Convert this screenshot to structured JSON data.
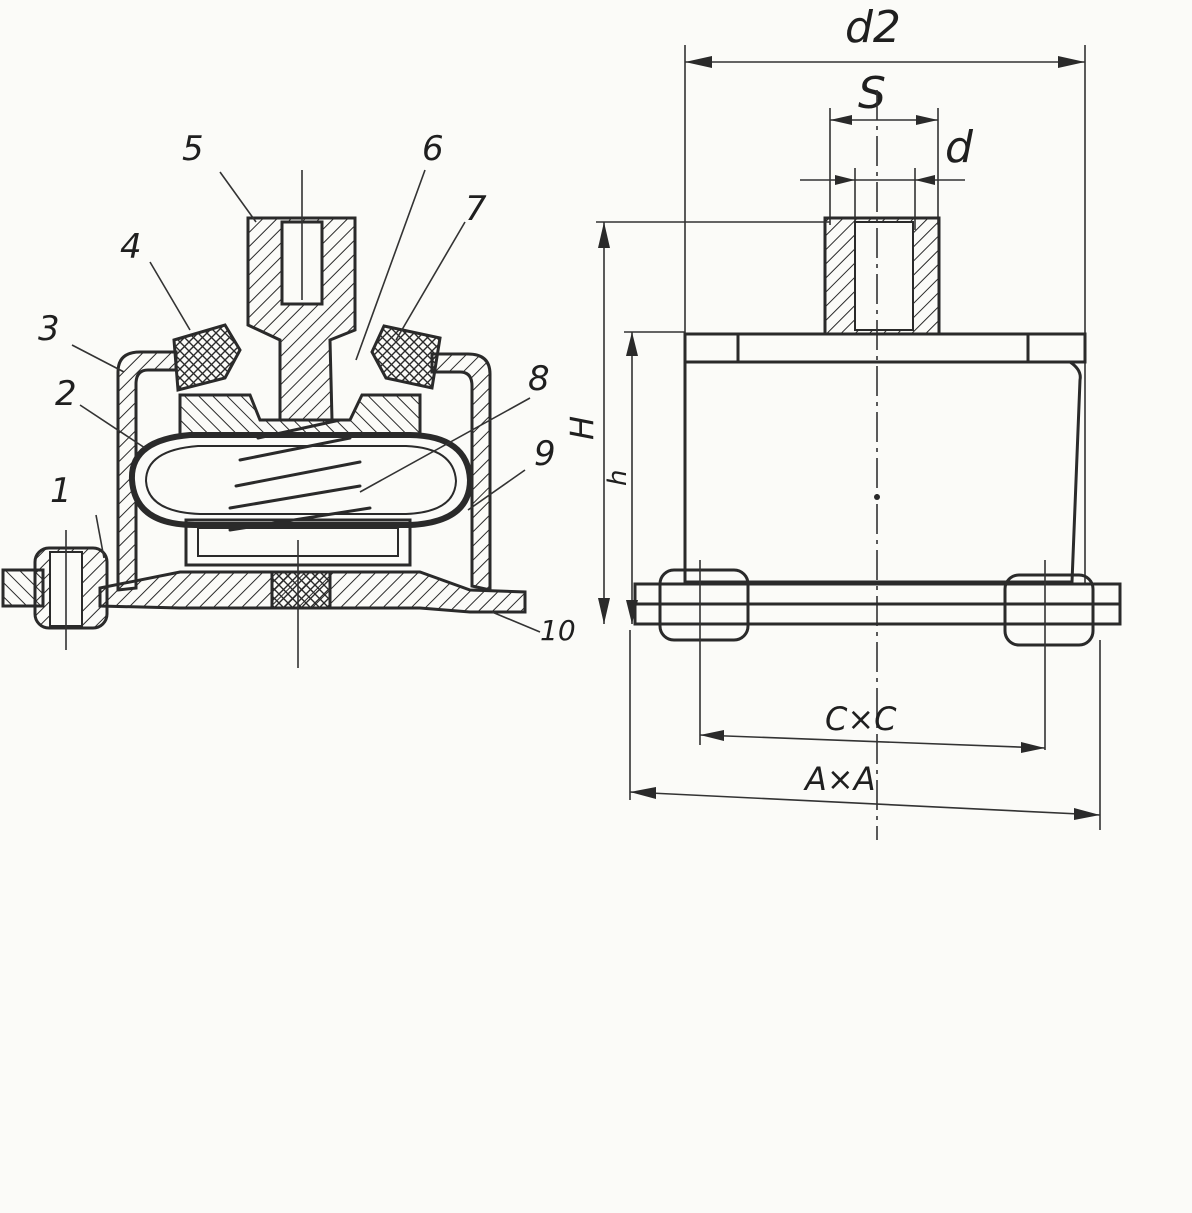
{
  "section_view": {
    "part_labels": [
      "1",
      "2",
      "3",
      "4",
      "5",
      "6",
      "7",
      "8",
      "9",
      "10"
    ]
  },
  "outline_view": {
    "dimension_labels": {
      "d2": "d2",
      "S": "S",
      "d": "d",
      "H": "H",
      "h": "h",
      "CxC": "C×C",
      "AxA": "A×A"
    }
  }
}
